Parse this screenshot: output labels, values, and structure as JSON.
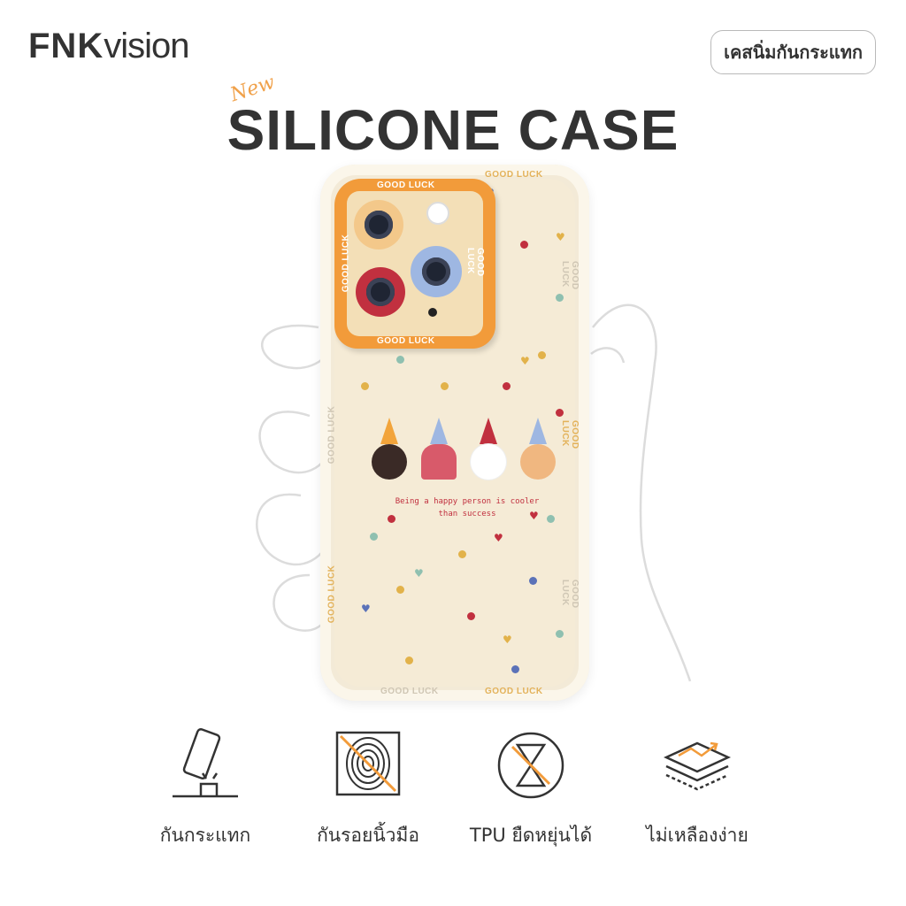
{
  "brand": {
    "logo_bold": "FNK",
    "logo_thin": "vision"
  },
  "header": {
    "category_tag": "เคสนิ่มกันกระแทก"
  },
  "hero": {
    "new_label": "New",
    "title": "SILICONE CASE"
  },
  "product": {
    "case_text": "GOOD LUCK",
    "motto_line1": "Being a happy person is cooler",
    "motto_line2": "than    success"
  },
  "features": [
    {
      "icon": "shockproof-icon",
      "label": "กันกระแทก"
    },
    {
      "icon": "fingerprint-icon",
      "label": "กันรอยนิ้วมือ"
    },
    {
      "icon": "flexible-tpu-icon",
      "label": "TPU ยืดหยุ่นได้"
    },
    {
      "icon": "layers-icon",
      "label": "ไม่เหลืองง่าย"
    }
  ],
  "colors": {
    "accent_orange": "#f29b3a",
    "case_cream": "#f5ebd6",
    "text_dark": "#333333"
  }
}
